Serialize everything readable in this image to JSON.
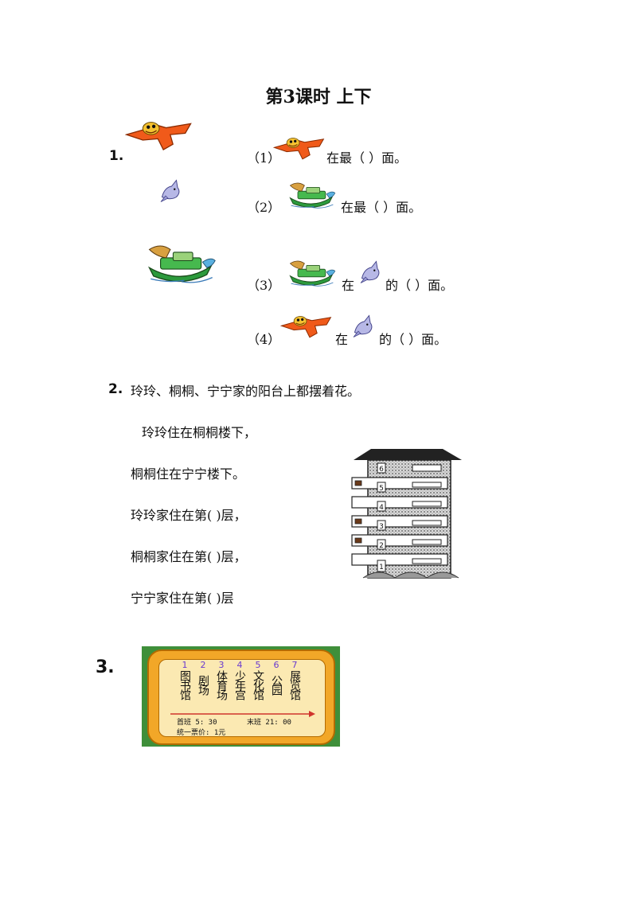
{
  "title": "第3课时  上下",
  "q1": {
    "num": "1.",
    "items": [
      {
        "no": "（1）",
        "text": "在最（    ）面。"
      },
      {
        "no": "（2）",
        "text": "在最（    ）面。"
      },
      {
        "no": "（3）",
        "mid": "在",
        "text": "的（    ）面。"
      },
      {
        "no": "（4）",
        "mid": "在",
        "text": "的（    ）面。"
      }
    ]
  },
  "q2": {
    "num": "2.",
    "intro": "玲玲、桐桐、宁宁家的阳台上都摆着花。",
    "lines": [
      "玲玲住在桐桐楼下，",
      "桐桐住在宁宁楼下。",
      "玲玲家住在第(      )层，",
      "桐桐家住在第(      )层，",
      "宁宁家住在第(      )层"
    ],
    "floors": [
      "6",
      "5",
      "4",
      "3",
      "2",
      "1"
    ]
  },
  "q3": {
    "num": "3.",
    "stops": [
      {
        "n": "1",
        "name": "图书馆"
      },
      {
        "n": "2",
        "name": "剧场"
      },
      {
        "n": "3",
        "name": "体育场"
      },
      {
        "n": "4",
        "name": "少年宫"
      },
      {
        "n": "5",
        "name": "文化馆"
      },
      {
        "n": "6",
        "name": "公园"
      },
      {
        "n": "7",
        "name": "展览馆"
      }
    ],
    "first_bus": "首班 5: 30",
    "last_bus": "末班 21: 00",
    "fare": "统一票价: 1元"
  }
}
